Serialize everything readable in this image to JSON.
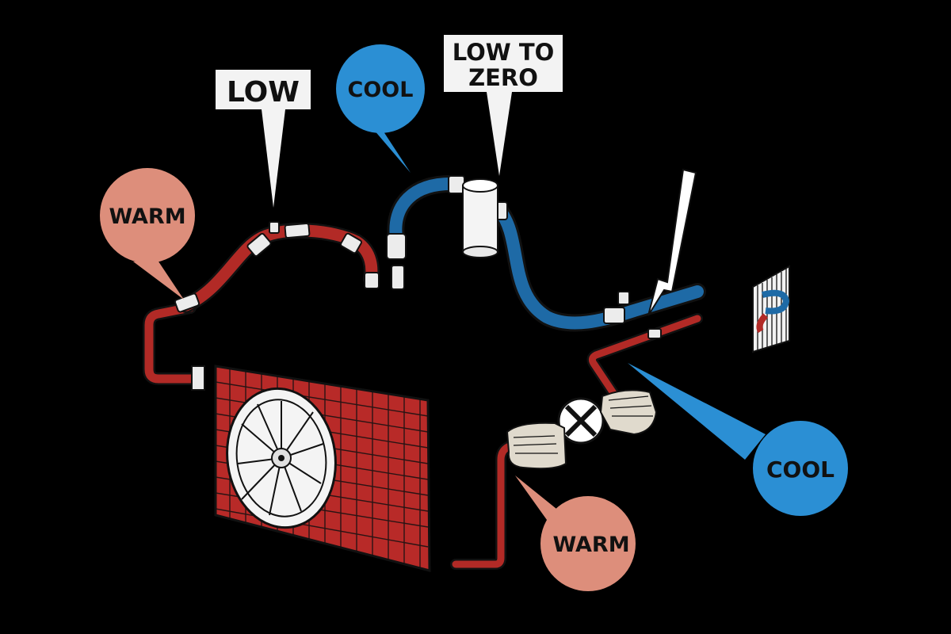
{
  "labels": {
    "warm_top": "WARM",
    "low": "LOW",
    "cool_top": "COOL",
    "low_to_zero_line1": "LOW TO",
    "low_to_zero_line2": "ZERO",
    "cool_bottom": "COOL",
    "warm_bottom": "WARM"
  },
  "colors": {
    "background": "#000000",
    "hose_red": "#b22a26",
    "hose_blue": "#1e6aa6",
    "bubble_blue": "#2b8fd4",
    "bubble_salmon": "#dd8e7b",
    "label_box": "#f3f3f3",
    "fitting": "#ececec",
    "condenser_red": "#b82a28"
  }
}
